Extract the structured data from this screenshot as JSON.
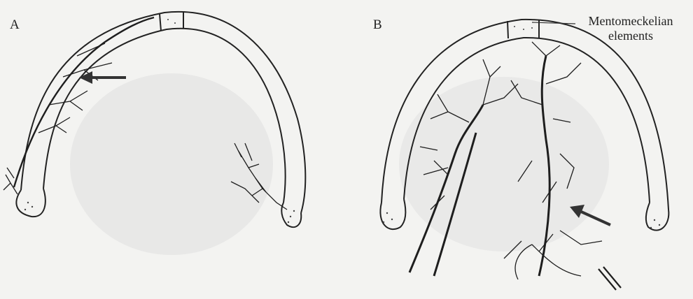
{
  "figure": {
    "panel_a_label": "A",
    "panel_b_label": "B",
    "callout_text": "Mentomeckelian elements"
  },
  "colors": {
    "background": "#f3f3f1",
    "ink": "#222222",
    "shading": "#dddddd"
  }
}
